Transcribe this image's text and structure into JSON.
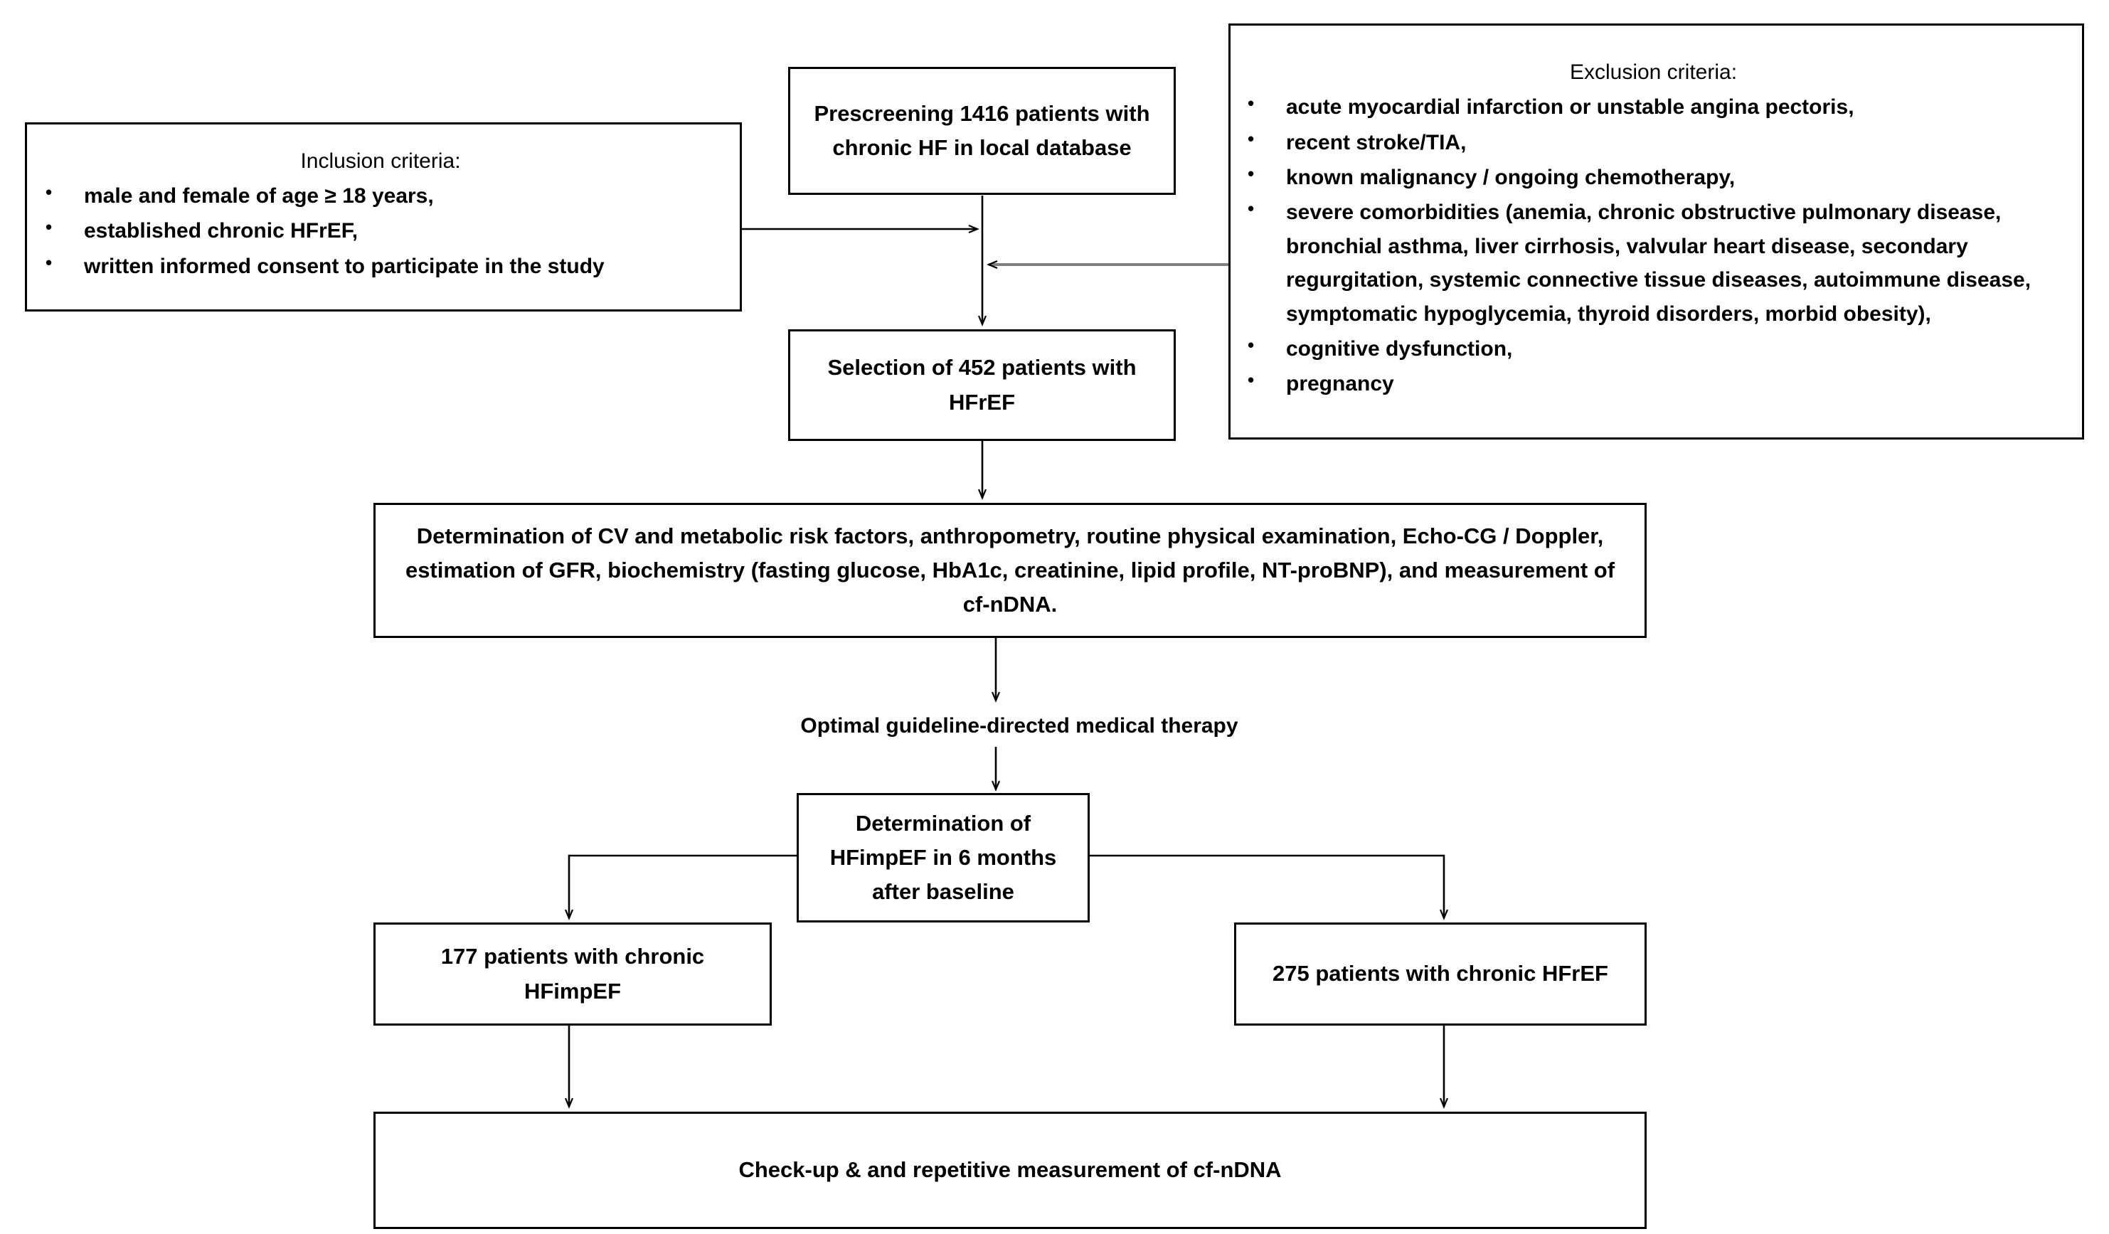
{
  "diagram": {
    "title": "Study flow diagram of chronic heart failure patient selection",
    "line_color": "#000000",
    "gray_arrow_color": "#808080",
    "background": "#ffffff"
  },
  "inclusion": {
    "heading": "Inclusion criteria:",
    "items": [
      "male and female of age ≥ 18 years,",
      "established chronic HFrEF,",
      "written informed consent to participate in the study"
    ]
  },
  "exclusion": {
    "heading": "Exclusion criteria:",
    "items": [
      "acute myocardial infarction or unstable angina pectoris,",
      "recent stroke/TIA,",
      "known malignancy / ongoing chemotherapy,",
      "severe comorbidities (anemia, chronic obstructive pulmonary disease, bronchial asthma, liver cirrhosis, valvular heart disease, secondary regurgitation, systemic connective tissue diseases, autoimmune disease, symptomatic hypoglycemia, thyroid disorders, morbid obesity),",
      "cognitive dysfunction,",
      "pregnancy"
    ]
  },
  "nodes": {
    "prescreening": "Prescreening 1416 patients with chronic HF in local database",
    "selection": "Selection of 452 patients with HFrEF",
    "determination_baseline": "Determination of CV and metabolic risk factors,  anthropometry, routine physical examination, Echo-CG / Doppler, estimation of GFR, biochemistry (fasting glucose, HbA1c, creatinine, lipid profile, NT-proBNP), and measurement of cf-nDNA.",
    "therapy_label": "Optimal guideline-directed medical therapy",
    "determination_hfimpef": "Determination of HFimpEF in 6 months after baseline",
    "outcome_left": "177 patients with chronic HFimpEF",
    "outcome_right": "275 patients with chronic HFrEF",
    "followup": "Check-up & and repetitive measurement of cf-nDNA"
  }
}
